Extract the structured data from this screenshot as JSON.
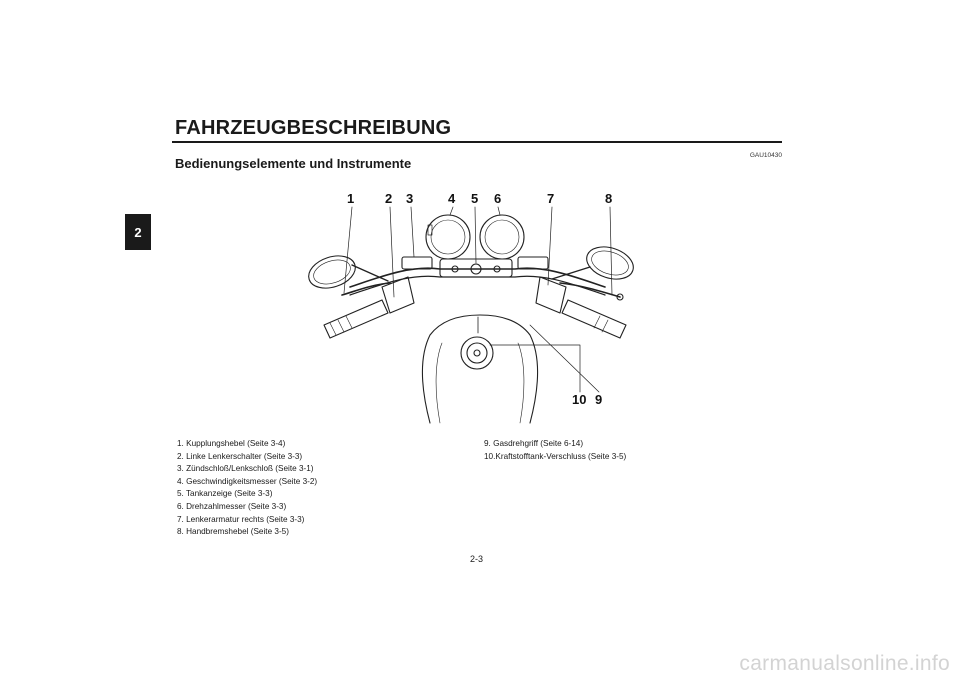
{
  "header": {
    "title": "FAHRZEUGBESCHREIBUNG",
    "chapter_tab": "2"
  },
  "section": {
    "code": "GAU10430",
    "title": "Bedienungselemente und Instrumente"
  },
  "figure": {
    "callouts": [
      "1",
      "2",
      "3",
      "4",
      "5",
      "6",
      "7",
      "8",
      "10",
      "9"
    ]
  },
  "legend": {
    "left": [
      "1.  Kupplungshebel (Seite 3-4)",
      "2.  Linke Lenkerschalter (Seite 3-3)",
      "3.  Zündschloß/Lenkschloß (Seite 3-1)",
      "4.  Geschwindigkeitsmesser (Seite 3-2)",
      "5.  Tankanzeige (Seite 3-3)",
      "6.  Drehzahlmesser (Seite 3-3)",
      "7.  Lenkerarmatur rechts (Seite 3-3)",
      "8.  Handbremshebel (Seite 3-5)"
    ],
    "right": [
      "9.  Gasdrehgriff (Seite 6-14)",
      "10.Kraftstofftank-Verschluss (Seite 3-5)"
    ]
  },
  "footer": {
    "page_number": "2-3",
    "watermark": "carmanualsonline.info"
  }
}
